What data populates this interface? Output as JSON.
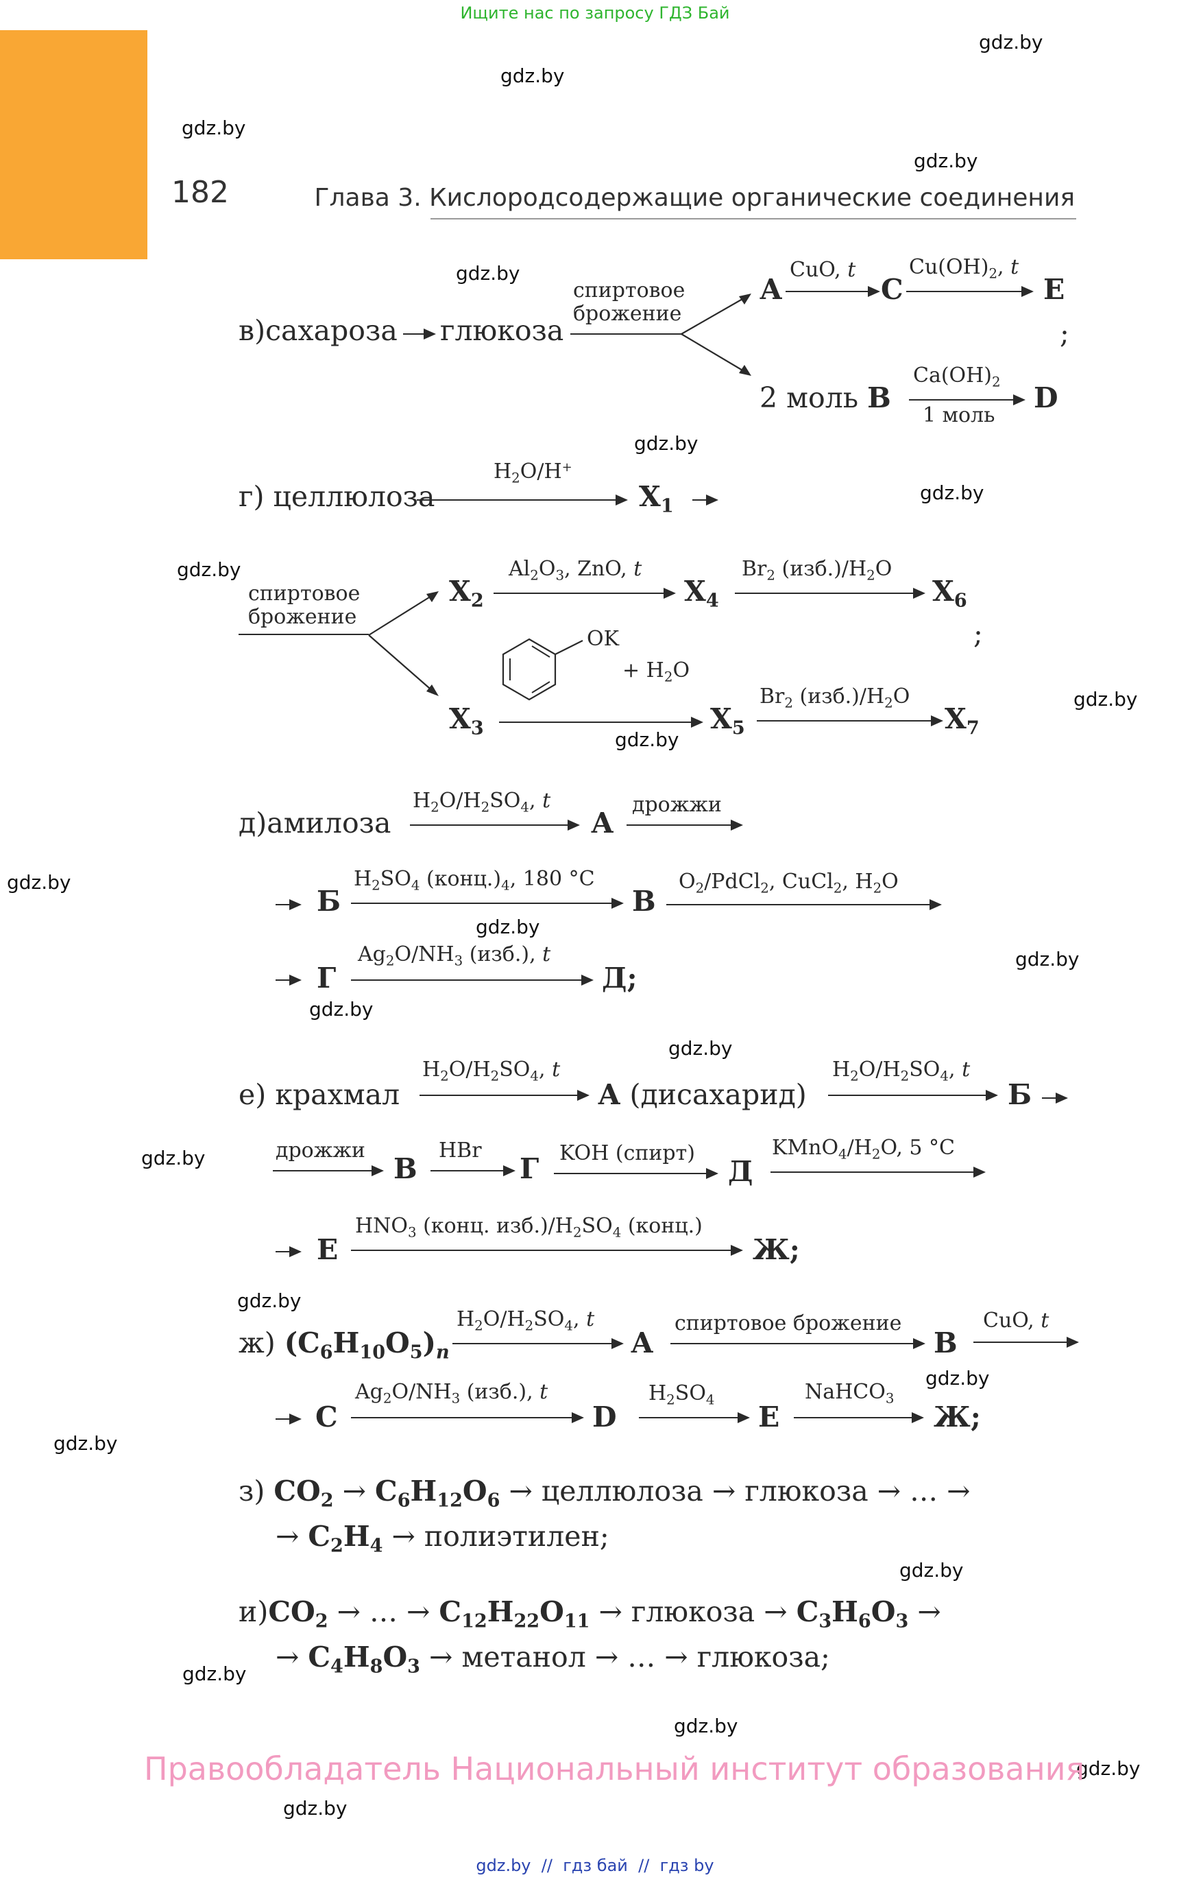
{
  "watermark_top": "Ищите нас по запросу ГДЗ Бай",
  "watermark": "gdz.by",
  "page_number": "182",
  "chapter_title": "Глава 3. Кислородсодержащие органические соединения",
  "footer_rights": "Правообладатель Национальный институт образования",
  "footer_links": "gdz.by  //  гдз бай  //  гдз by",
  "text": {
    "v_label": "в)",
    "sucrose": "сахароза",
    "glucose": "глюкоза",
    "spirit": "спиртовое",
    "ferment": "брожение",
    "A": "А",
    "C": "С",
    "E": "E",
    "B": "В",
    "D": "D",
    "two_mol": "2 моль",
    "one_mol": "1 моль",
    "semicolon": ";",
    "g_label": "г)",
    "cellulose": "целлюлоза",
    "X": "X",
    "OK": "OK",
    "plus_h2o": "+ H",
    "d_label": "д)",
    "amylose": "амилоза",
    "yeast": "дрожжи",
    "Bcyr": "Б",
    "Gcyr": "Г",
    "Dcyr": "Д;",
    "e_label": "е)",
    "starch": "крахмал",
    "disaccharide": "(дисахарид)",
    "Dcyr2": "Д",
    "Ecyr": "Е",
    "Zh": "Ж;",
    "koh": "KOH (спирт)",
    "zh_label": "ж)",
    "spirit_ferment": "спиртовое брожение",
    "z_label": "з)",
    "z_line1_a": "целлюлоза",
    "z_line1_b": "глюкоза",
    "z_line2": "полиэтилен;",
    "i_label": "и)",
    "i_line1": "глюкоза",
    "i_line2_a": "метанол",
    "i_line2_b": "глюкоза;",
    "dots": "…",
    "arrow": "→"
  }
}
